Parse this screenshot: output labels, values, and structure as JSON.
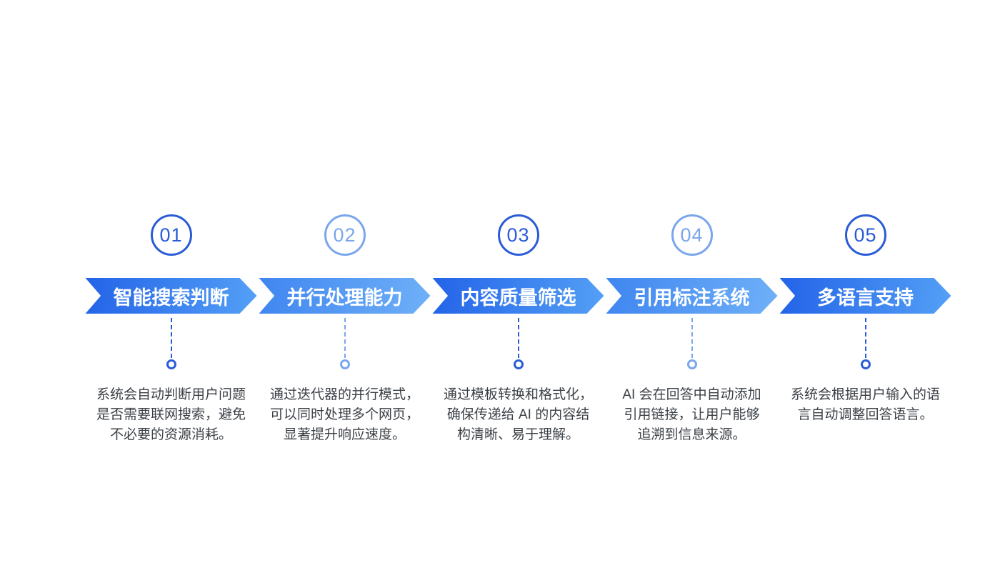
{
  "steps": [
    {
      "number": "01",
      "title": "智能搜索判断",
      "tone": "dark",
      "desc_lines": [
        "系统会自动判断用户问题",
        "是否需要联网搜索，避免",
        "不必要的资源消耗。"
      ]
    },
    {
      "number": "02",
      "title": "并行处理能力",
      "tone": "light",
      "desc_lines": [
        "通过迭代器的并行模式，",
        "可以同时处理多个网页，",
        "显著提升响应速度。"
      ]
    },
    {
      "number": "03",
      "title": "内容质量筛选",
      "tone": "dark",
      "desc_lines": [
        "通过模板转换和格式化，",
        "确保传递给 AI 的内容结",
        "构清晰、易于理解。"
      ]
    },
    {
      "number": "04",
      "title": "引用标注系统",
      "tone": "light",
      "desc_lines": [
        "AI 会在回答中自动添加",
        "引用链接，让用户能够",
        "追溯到信息来源。"
      ]
    },
    {
      "number": "05",
      "title": "多语言支持",
      "tone": "dark",
      "desc_lines": [
        "系统会根据用户输入的语",
        "言自动调整回答语言。"
      ]
    }
  ],
  "colors": {
    "dark_blue": "#2a5cd7",
    "light_blue": "#7aa6ec",
    "banner_gradient_dark_start": "#2363e8",
    "banner_gradient_dark_end": "#54a0f6",
    "banner_gradient_light_start": "#3f86f0",
    "banner_gradient_light_end": "#6fb0f8",
    "banner_text": "#ffffff",
    "description_text": "#3c4147",
    "background": "#ffffff"
  }
}
